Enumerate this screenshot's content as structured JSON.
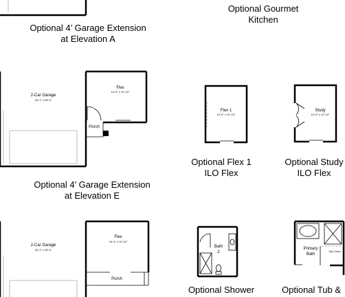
{
  "captions": {
    "gourmet_kitchen": [
      "Optional Gourmet",
      "Kitchen"
    ],
    "garage_ext_a": [
      "Optional 4’ Garage Extension",
      "at Elevation A"
    ],
    "flex1": [
      "Optional Flex 1",
      "ILO Flex"
    ],
    "study": [
      "Optional Study",
      "ILO Flex"
    ],
    "garage_ext_e": [
      "Optional 4’ Garage Extension",
      "at Elevation E"
    ],
    "shower": [
      "Optional Shower"
    ],
    "tub": [
      "Optional Tub &"
    ]
  },
  "plan_a": {
    "garage_label": "2-Car Garage",
    "garage_dims": "20'-1\" x 28'-0\"",
    "flex_label": "Flex",
    "flex_dims": "14'-0\" x 12'-10\"",
    "porch_label": "Porch"
  },
  "plan_e": {
    "garage_label": "2-Car Garage",
    "garage_dims": "20'-1\" x 28'-0\"",
    "flex_label": "Flex",
    "flex_dims": "16'-0\" x 12'-10\"",
    "porch_label": "Porch"
  },
  "flex1_room": {
    "label": "Flex 1",
    "dims": "14'-0\" x 12'-10\""
  },
  "study_room": {
    "label": "Study",
    "dims": "14'-0\" x 12'-10\""
  },
  "bath2": {
    "label": "Bath",
    "number": "2"
  },
  "primary_bath": {
    "label": "Primary",
    "label2": "Bath",
    "closet": "Opt. Door"
  }
}
